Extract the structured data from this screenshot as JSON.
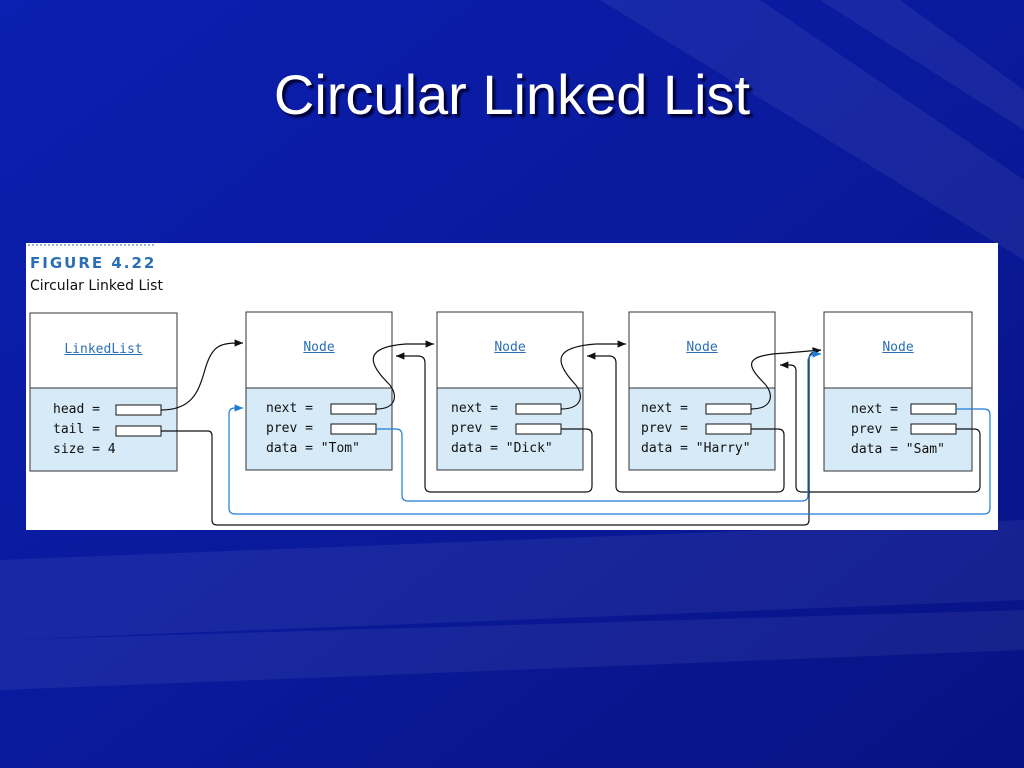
{
  "slide": {
    "title": "Circular Linked List"
  },
  "figure": {
    "number": "FIGURE 4.22",
    "caption": "Circular Linked List",
    "linked_list": {
      "title": "LinkedList",
      "fields": [
        "head =",
        "tail =",
        "size = 4"
      ]
    },
    "nodes": [
      {
        "title": "Node",
        "fields": [
          "next =",
          "prev =",
          "data = \"Tom\""
        ]
      },
      {
        "title": "Node",
        "fields": [
          "next =",
          "prev =",
          "data = \"Dick\""
        ]
      },
      {
        "title": "Node",
        "fields": [
          "next =",
          "prev =",
          "data = \"Harry\""
        ]
      },
      {
        "title": "Node",
        "fields": [
          "next =",
          "prev =",
          "data = \"Sam\""
        ]
      }
    ]
  },
  "colors": {
    "slide_background": "#0a1a9e",
    "field_area": "#d6ebf7",
    "accent_blue": "#2a6fb5",
    "wrap_arrow_blue": "#1c7bd4"
  }
}
